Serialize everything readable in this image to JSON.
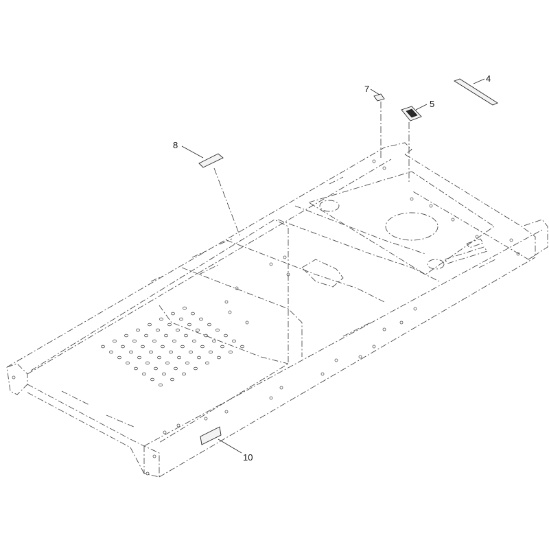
{
  "diagram": {
    "callouts": [
      {
        "id": "4",
        "label": "4"
      },
      {
        "id": "5",
        "label": "5"
      },
      {
        "id": "7",
        "label": "7"
      },
      {
        "id": "8",
        "label": "8"
      },
      {
        "id": "10",
        "label": "10"
      }
    ]
  },
  "colors": {
    "line": "#4a4a4a",
    "text": "#111111",
    "background": "#ffffff"
  }
}
